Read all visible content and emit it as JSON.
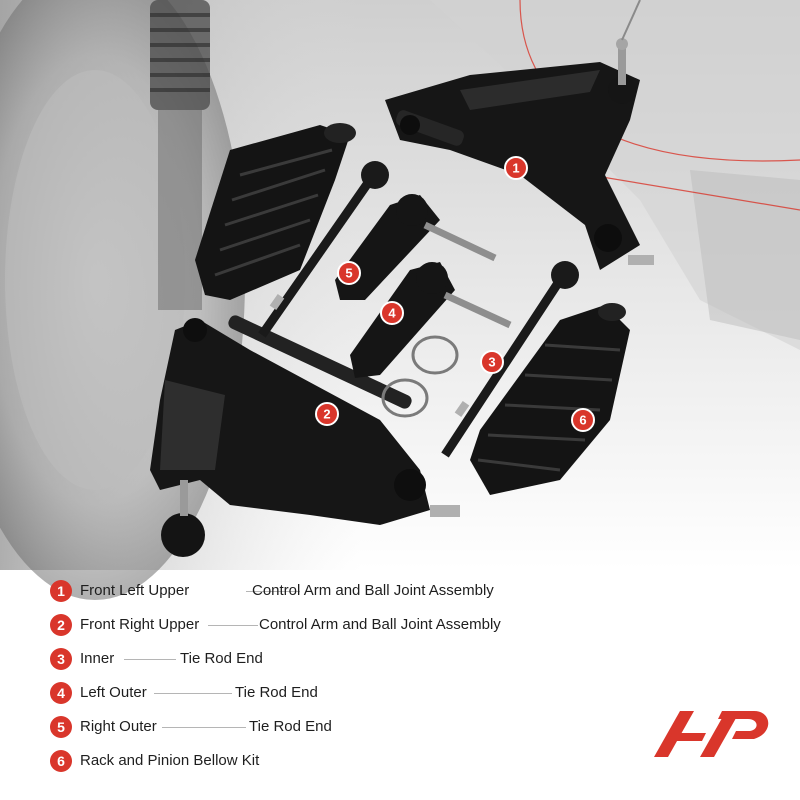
{
  "legend": [
    {
      "num": "1",
      "label": "Front Left Upper",
      "desc": "Control Arm and Ball Joint Assembly"
    },
    {
      "num": "2",
      "label": "Front Right Upper",
      "desc": "Control Arm and Ball Joint Assembly"
    },
    {
      "num": "3",
      "label": "Inner",
      "desc": "Tie Rod End"
    },
    {
      "num": "4",
      "label": "Left Outer",
      "desc": "Tie  Rod End"
    },
    {
      "num": "5",
      "label": "Right Outer",
      "desc": "Tie Rod End"
    },
    {
      "num": "6",
      "label": "Rack and Pinion Bellow Kit",
      "desc": ""
    }
  ],
  "callouts": [
    "1",
    "2",
    "3",
    "4",
    "5",
    "6"
  ],
  "colors": {
    "accent": "#d9362b",
    "parts": "#151515",
    "background_grey": "#e6e6e6"
  }
}
